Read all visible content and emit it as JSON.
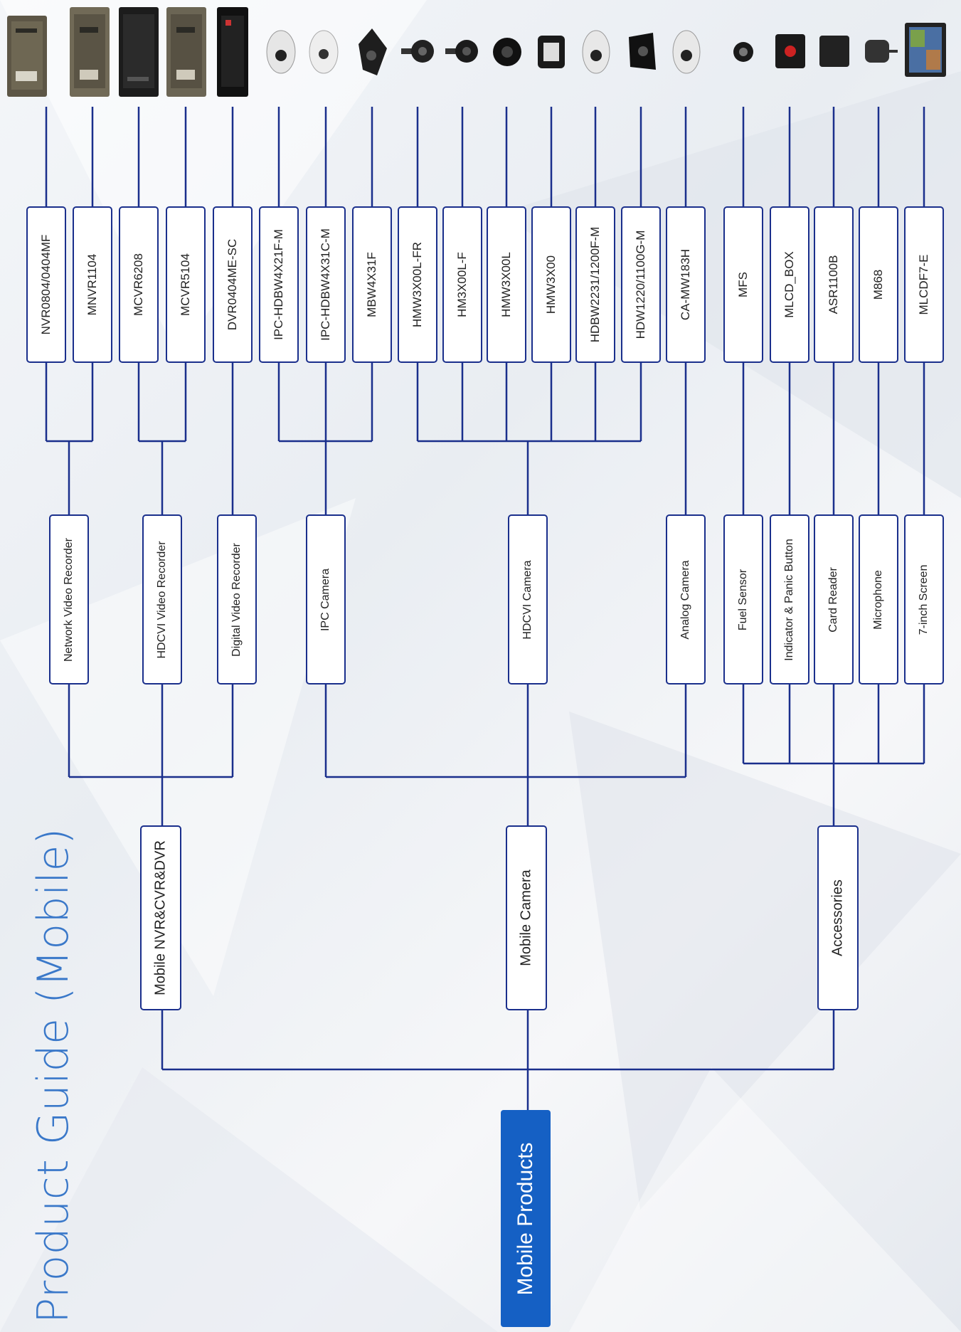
{
  "title": "Product Guide (Mobile)",
  "root": "Mobile Products",
  "groups": {
    "nvr": "Mobile NVR&CVR&DVR",
    "camera": "Mobile Camera",
    "accessories": "Accessories"
  },
  "categories": {
    "nvr": "Network Video Recorder",
    "hdcvi_rec": "HDCVI Video Recorder",
    "dvr": "Digital Video Recorder",
    "ipc": "IPC Camera",
    "hdcvi_cam": "HDCVI Camera",
    "analog": "Analog Camera",
    "fuel": "Fuel Sensor",
    "panic": "Indicator & Panic Button",
    "card": "Card Reader",
    "mic": "Microphone",
    "screen": "7-inch Screen"
  },
  "models": [
    "NVR0804/0404MF",
    "MNVR1104",
    "MCVR6208",
    "MCVR5104",
    "DVR0404ME-SC",
    "IPC-HDBW4X21F-M",
    "IPC-HDBW4X31C-M",
    "MBW4X31F",
    "HMW3X00L-FR",
    "HM3X00L-F",
    "HMW3X00L",
    "HMW3X00",
    "HDBW2231/1200F-M",
    "HDW1220/1100G-M",
    "CA-MW183H",
    "MFS",
    "MLCD_BOX",
    "ASR1100B",
    "M868",
    "MLCDF7-E"
  ],
  "colors": {
    "line": "#1a2f8c",
    "root_bg": "#1560c4",
    "title": "#3a78c9"
  }
}
